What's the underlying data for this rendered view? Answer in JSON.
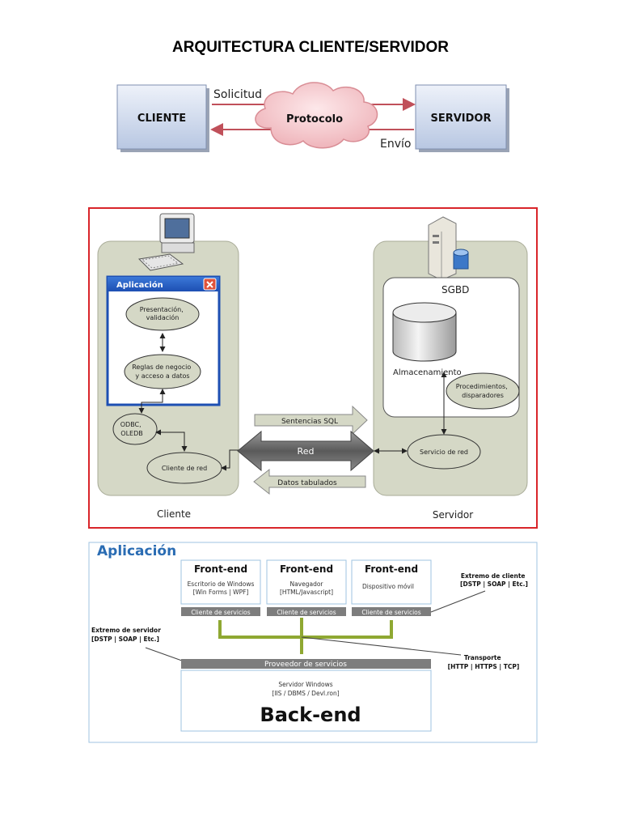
{
  "title": "ARQUITECTURA CLIENTE/SERVIDOR",
  "top_diagram": {
    "client": "CLIENTE",
    "server": "SERVIDOR",
    "protocol": "Protocolo",
    "request": "Solicitud",
    "response": "Envío"
  },
  "middle_diagram": {
    "app_window_title": "Aplicación",
    "presentation": [
      "Presentación,",
      "validación"
    ],
    "business": [
      "Reglas de negocio",
      "y acceso a datos"
    ],
    "odbc": [
      "ODBC,",
      "OLEDB"
    ],
    "net_client": "Cliente de red",
    "client_label": "Cliente",
    "sgbd": "SGBD",
    "storage": "Almacenamiento",
    "procedures": [
      "Procedimientos,",
      "disparadores"
    ],
    "net_service": "Servicio de red",
    "server_label": "Servidor",
    "sql_arrow": "Sentencias SQL",
    "net_arrow": "Red",
    "data_arrow": "Datos tabulados",
    "border_color": "#d9252a"
  },
  "bottom_diagram": {
    "heading": "Aplicación",
    "frontends": [
      {
        "title": "Front-end",
        "line1": "Escritorio de Windows",
        "line2": "[Win Forms | WPF]",
        "bar": "Cliente de servicios"
      },
      {
        "title": "Front-end",
        "line1": "Navegador",
        "line2": "[HTML/Javascript]",
        "bar": "Cliente de servicios"
      },
      {
        "title": "Front-end",
        "line1": "Dispositivo móvil",
        "line2": "",
        "bar": "Cliente de servicios"
      }
    ],
    "client_end": [
      "Extremo de cliente",
      "[DSTP | SOAP | Etc.]"
    ],
    "server_end": [
      "Extremo de servidor",
      "[DSTP | SOAP | Etc.]"
    ],
    "transport": [
      "Transporte",
      "[HTTP | HTTPS | TCP]"
    ],
    "provider": "Proveedor de servicios",
    "backend_line1": "Servidor Windows",
    "backend_line2": "[IIS / DBMS / Devl.ron]",
    "backend": "Back-end",
    "accent": "#8fa832"
  }
}
